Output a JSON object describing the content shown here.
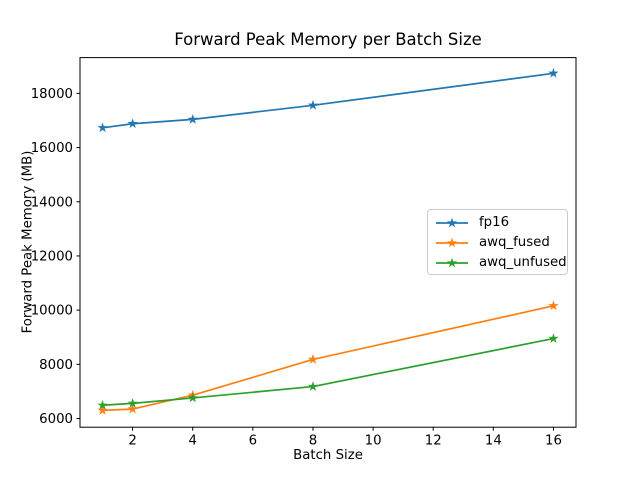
{
  "chart_data": {
    "type": "line",
    "title": "Forward Peak Memory per Batch Size",
    "xlabel": "Batch Size",
    "ylabel": "Forward Peak Memory (MB)",
    "x": [
      1,
      2,
      4,
      8,
      16
    ],
    "series": [
      {
        "name": "fp16",
        "color": "#1f77b4",
        "marker": "star",
        "values": [
          16730,
          16880,
          17040,
          17560,
          18740
        ]
      },
      {
        "name": "awq_fused",
        "color": "#ff7f0e",
        "marker": "star",
        "values": [
          6300,
          6350,
          6860,
          8180,
          10160
        ]
      },
      {
        "name": "awq_unfused",
        "color": "#2ca02c",
        "marker": "star",
        "values": [
          6490,
          6560,
          6760,
          7180,
          8950
        ]
      }
    ],
    "xticks": [
      2,
      4,
      6,
      8,
      10,
      12,
      14,
      16
    ],
    "yticks": [
      6000,
      8000,
      10000,
      12000,
      14000,
      16000,
      18000
    ],
    "xlim": [
      0.25,
      16.75
    ],
    "ylim": [
      5680,
      19320
    ],
    "grid": false,
    "legend": {
      "position": "center-right"
    },
    "axis_color": "#000000",
    "background_color": "#ffffff"
  }
}
